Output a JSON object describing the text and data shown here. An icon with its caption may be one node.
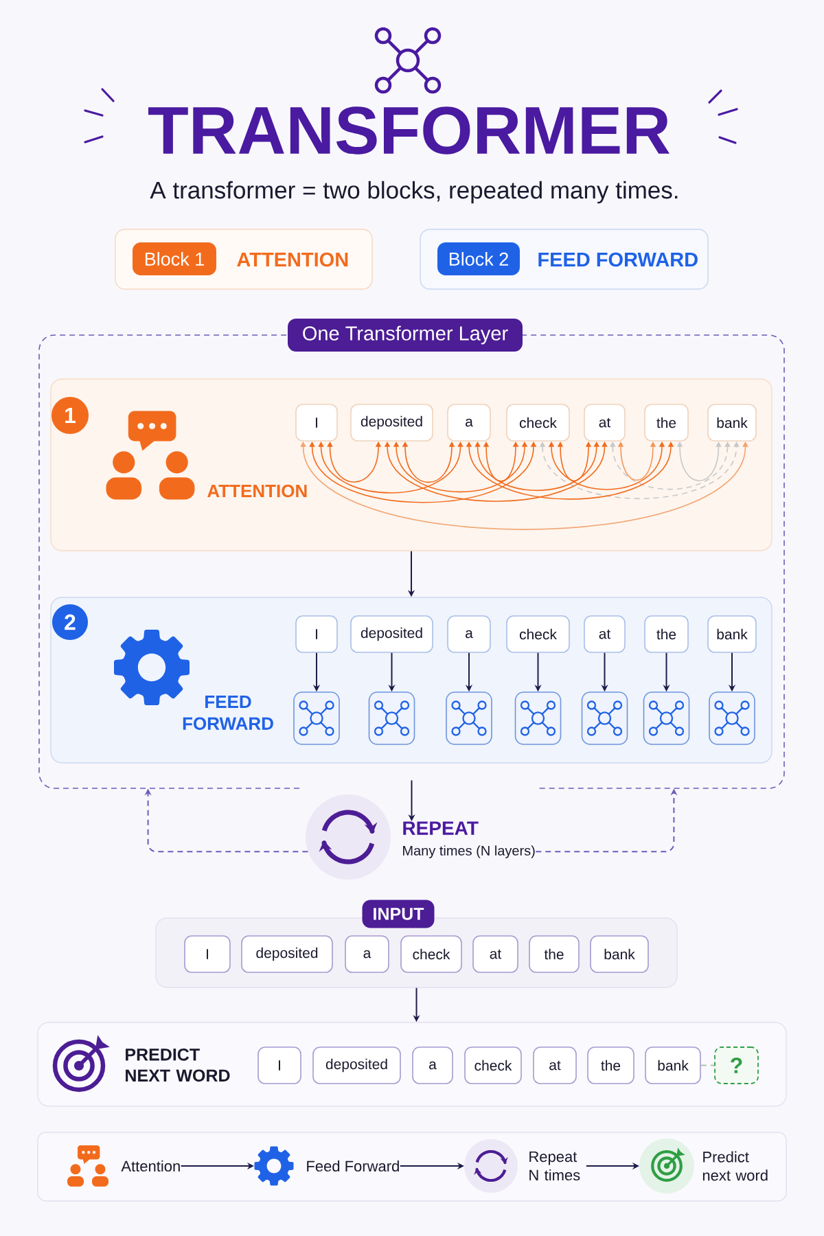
{
  "diagram": {
    "title": "TRANSFORMER",
    "nodes": [
      {
        "text": [
          "ATTENTION"
        ]
      },
      {
        "text": [
          "Block 1"
        ],
        "in": 0
      },
      {
        "text": [
          "FEED FORWARD"
        ]
      },
      {
        "text": [
          "Block 2"
        ],
        "in": 2
      },
      {
        "text": [
          "One Transformer Layer"
        ]
      },
      {
        "text": [
          "ATTENTION"
        ],
        "in": 4
      },
      {
        "text": [
          "1"
        ],
        "in": 5
      },
      {
        "text": [
          "I"
        ],
        "in": 5
      },
      {
        "text": [
          "deposited"
        ],
        "in": 5
      },
      {
        "text": [
          "a"
        ],
        "in": 5
      },
      {
        "text": [
          "check"
        ],
        "in": 5
      },
      {
        "text": [
          "at"
        ],
        "in": 5
      },
      {
        "text": [
          "the"
        ],
        "in": 5
      },
      {
        "text": [
          "bank"
        ],
        "in": 5
      },
      {
        "text": [
          "FEED FORWARD"
        ],
        "in": 4
      },
      {
        "text": [
          "2"
        ],
        "in": 14
      },
      {
        "text": [
          "I"
        ],
        "in": 14
      },
      {
        "text": [
          "deposited"
        ],
        "in": 14
      },
      {
        "text": [
          "a"
        ],
        "in": 14
      },
      {
        "text": [
          "check"
        ],
        "in": 14
      },
      {
        "text": [
          "at"
        ],
        "in": 14
      },
      {
        "text": [
          "the"
        ],
        "in": 14
      },
      {
        "text": [
          "bank"
        ],
        "in": 14
      },
      {
        "text": [],
        "shape": "box",
        "in": 14
      },
      {
        "text": [],
        "shape": "box",
        "in": 14
      },
      {
        "text": [],
        "shape": "box",
        "in": 14
      },
      {
        "text": [],
        "shape": "box",
        "in": 14
      },
      {
        "text": [],
        "shape": "box",
        "in": 14
      },
      {
        "text": [],
        "shape": "box",
        "in": 14
      },
      {
        "text": [],
        "shape": "box",
        "in": 14
      },
      {
        "text": [],
        "shape": "circle"
      },
      {
        "text": [
          "REPEAT",
          "Many times (N layers)"
        ]
      },
      {
        "text": [
          "INPUT"
        ]
      },
      {
        "text": [
          "I"
        ],
        "in": 32
      },
      {
        "text": [
          "deposited"
        ],
        "in": 32
      },
      {
        "text": [
          "a"
        ],
        "in": 32
      },
      {
        "text": [
          "check"
        ],
        "in": 32
      },
      {
        "text": [
          "at"
        ],
        "in": 32
      },
      {
        "text": [
          "the"
        ],
        "in": 32
      },
      {
        "text": [
          "bank"
        ],
        "in": 32
      },
      {
        "text": [
          "PREDICT NEXT WORD"
        ]
      },
      {
        "text": [
          "I"
        ],
        "in": 40
      },
      {
        "text": [
          "deposited"
        ],
        "in": 40
      },
      {
        "text": [
          "a"
        ],
        "in": 40
      },
      {
        "text": [
          "check"
        ],
        "in": 40
      },
      {
        "text": [
          "at"
        ],
        "in": 40
      },
      {
        "text": [
          "the"
        ],
        "in": 40
      },
      {
        "text": [
          "bank"
        ],
        "in": 40
      },
      {
        "text": [
          "?"
        ],
        "in": 40
      },
      {
        "text": [],
        "shape": "box"
      },
      {
        "text": [
          "Attention"
        ],
        "in": 49
      },
      {
        "text": [
          "Feed Forward"
        ],
        "in": 49
      },
      {
        "text": [
          "Repeat N times"
        ],
        "in": 49
      },
      {
        "text": [
          "Predict next word"
        ],
        "in": 49
      }
    ],
    "edges": [
      {
        "from": 7,
        "to": 13,
        "arrow": "both",
        "color": "#f3a36f"
      },
      {
        "from": 10,
        "to": 13,
        "arrow": "both",
        "style": "dashed",
        "color": "#c8c8c8"
      },
      {
        "from": 11,
        "to": 13,
        "arrow": "both",
        "style": "dashed",
        "color": "#c8c8c8"
      },
      {
        "from": 12,
        "to": 13,
        "arrow": "both",
        "color": "#c8c8c8"
      },
      {
        "from": 7,
        "to": 8,
        "arrow": "both",
        "color": "#f26b1d"
      },
      {
        "from": 7,
        "to": 9,
        "arrow": "both",
        "color": "#f26b1d"
      },
      {
        "from": 7,
        "to": 10,
        "arrow": "both",
        "color": "#f26b1d"
      },
      {
        "from": 8,
        "to": 9,
        "arrow": "both",
        "color": "#f26b1d"
      },
      {
        "from": 8,
        "to": 10,
        "arrow": "both",
        "color": "#f26b1d"
      },
      {
        "from": 8,
        "to": 11,
        "arrow": "both",
        "color": "#f26b1d"
      },
      {
        "from": 9,
        "to": 10,
        "arrow": "both",
        "color": "#f26b1d"
      },
      {
        "from": 9,
        "to": 11,
        "arrow": "both",
        "color": "#f26b1d"
      },
      {
        "from": 9,
        "to": 12,
        "arrow": "both",
        "color": "#f26b1d"
      },
      {
        "from": 10,
        "to": 11,
        "arrow": "both",
        "color": "#f26b1d"
      },
      {
        "from": 10,
        "to": 12,
        "arrow": "both",
        "color": "#f26b1d"
      },
      {
        "from": 11,
        "to": 12,
        "arrow": "both",
        "color": "#f5955a"
      },
      {
        "from": 16,
        "to": 23,
        "arrow": "to"
      },
      {
        "from": 17,
        "to": 24,
        "arrow": "to"
      },
      {
        "from": 18,
        "to": 25,
        "arrow": "to"
      },
      {
        "from": 19,
        "to": 26,
        "arrow": "to"
      },
      {
        "from": 20,
        "to": 27,
        "arrow": "to"
      },
      {
        "from": 21,
        "to": 28,
        "arrow": "to"
      },
      {
        "from": 22,
        "to": 29,
        "arrow": "to"
      },
      {
        "from": 5,
        "to": 14,
        "arrow": "to"
      },
      {
        "from": 4,
        "to": 31,
        "arrow": "to"
      },
      {
        "from": 30,
        "to": 4,
        "arrow": "to",
        "style": "dashed",
        "color": "#6d5bb8"
      },
      {
        "from": 31,
        "to": 4,
        "arrow": "to",
        "style": "dashed",
        "color": "#6d5bb8"
      },
      {
        "from": 32,
        "to": 40,
        "arrow": "to"
      },
      {
        "from": 47,
        "to": 48,
        "arrow": "none",
        "style": "dashed",
        "color": "#a9c7ae"
      },
      {
        "from": 50,
        "to": 51,
        "arrow": "to"
      },
      {
        "from": 51,
        "to": 52,
        "arrow": "to"
      },
      {
        "from": 52,
        "to": 53,
        "arrow": "to"
      }
    ],
    "labels": [
      "A transformer = two blocks, repeated many times."
    ]
  }
}
